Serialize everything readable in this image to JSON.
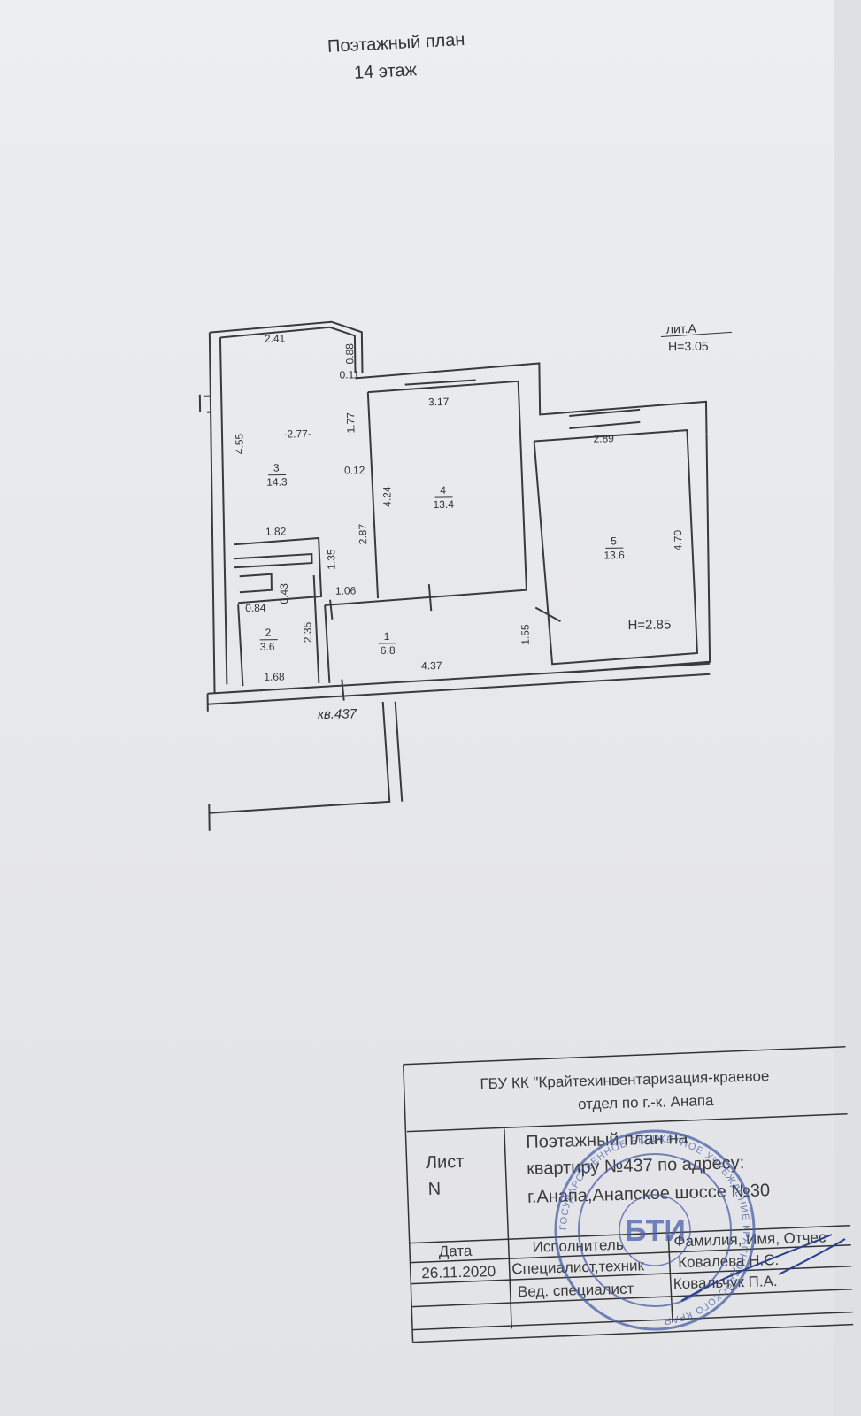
{
  "page": {
    "title": "Поэтажный план",
    "floor": "14 этаж"
  },
  "plan": {
    "litera": "лит.А",
    "height_a": "Н=3.05",
    "height_b": "Н=2.85",
    "apartment": "кв.437",
    "rooms": [
      {
        "num": "1",
        "area": "6.8"
      },
      {
        "num": "2",
        "area": "3.6"
      },
      {
        "num": "3",
        "area": "14.3"
      },
      {
        "num": "4",
        "area": "13.4"
      },
      {
        "num": "5",
        "area": "13.6"
      }
    ],
    "dims": {
      "d241": "2.41",
      "d088": "0.88",
      "d011": "0.11",
      "d455": "4.55",
      "d277": "-2.77-",
      "d177": "1.77",
      "d012": "0.12",
      "d317": "3.17",
      "d424": "4.24",
      "d287": "2.87",
      "d289": "2.89",
      "d470": "4.70",
      "d182": "1.82",
      "d135": "1.35",
      "d043": "0.43",
      "d084": "0.84",
      "d106": "1.06",
      "d235": "2.35",
      "d155": "1.55",
      "d168": "1.68",
      "d437": "4.37"
    }
  },
  "title_block": {
    "org_line1": "ГБУ КК \"Крайтехинвентаризация-краевое",
    "org_line2": "отдел по г.-к. Анапа",
    "sheet_label": "Лист",
    "sheet_num": "N",
    "doc_line1": "Поэтажный план на",
    "doc_line2": "квартиру №437 по адресу:",
    "doc_line3": "г.Анапа,Анапское шоссе №30",
    "col_date": "Дата",
    "col_exec": "Исполнитель",
    "col_name": "Фамилия, Имя, Отчес",
    "row1_date": "26.11.2020",
    "row1_role": "Специалист,техник",
    "row1_name": "Ковалева Н.С.",
    "row2_role": "Вед. специалист",
    "row2_name": "Ковальчук П.А."
  },
  "stamp": {
    "text": "ГОСУДАРСТВЕННОЕ БЮДЖЕТНОЕ УЧРЕЖДЕНИЕ КРАСНОДАРСКОГО КРАЯ",
    "center": "БТИ"
  },
  "colors": {
    "paper": "#eceef2",
    "ink": "#333333",
    "stamp_blue": "#4a5fa8"
  }
}
